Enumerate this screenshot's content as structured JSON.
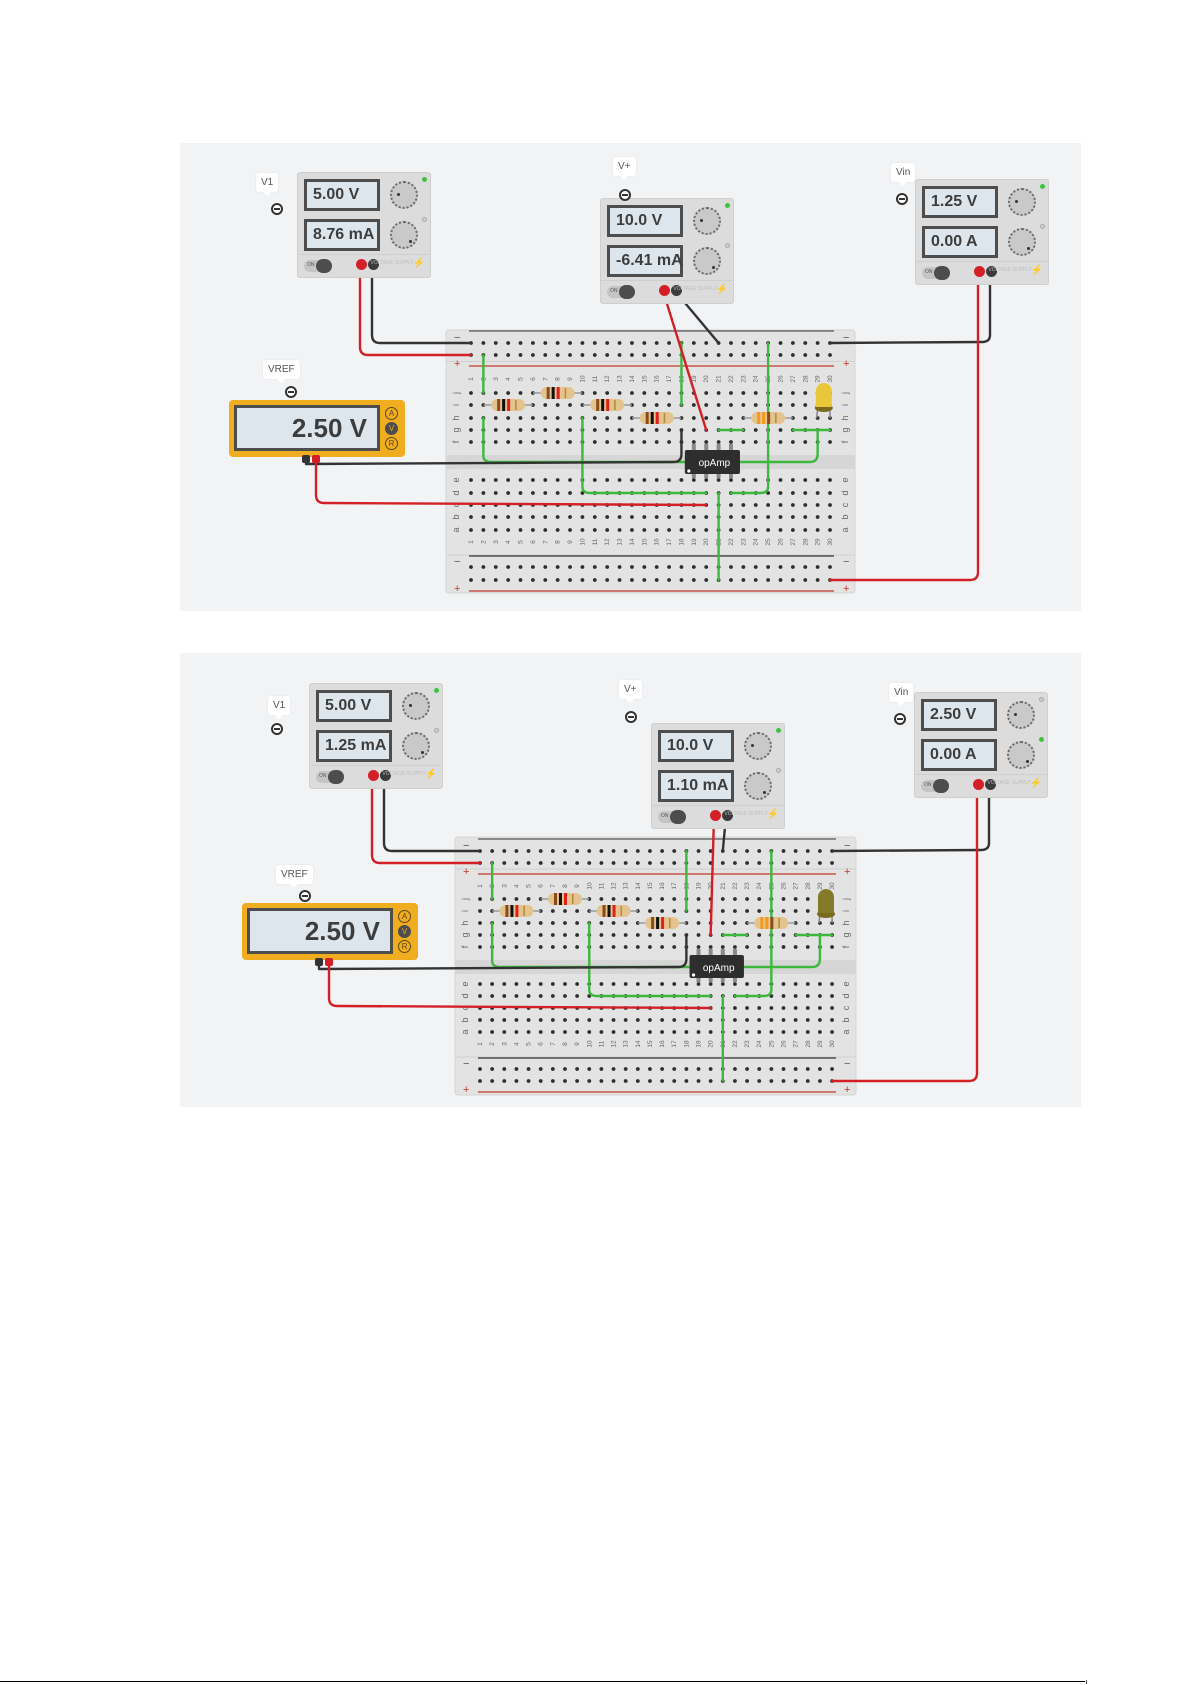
{
  "document": {
    "description": "Two Tinkercad circuit simulation screenshots of an op-amp breadboard circuit"
  },
  "circuits": [
    {
      "id": "circuit-1",
      "supplies": [
        {
          "key": "v1",
          "tag": "V1",
          "voltage": "5.00 V",
          "current": "8.76 mA",
          "cv_on": true,
          "cc_on": false,
          "on_label": "ON",
          "brand": "VOLTAGE SUPPLY"
        },
        {
          "key": "vplus",
          "tag": "V+",
          "voltage": "10.0 V",
          "current": "-6.41 mA",
          "cv_on": true,
          "cc_on": false,
          "on_label": "ON",
          "brand": "VOLTAGE SUPPLY"
        },
        {
          "key": "vin",
          "tag": "Vin",
          "voltage": "1.25 V",
          "current": "0.00 A",
          "cv_on": true,
          "cc_on": false,
          "on_label": "ON",
          "brand": "VOLTAGE SUPPLY"
        }
      ],
      "multimeter": {
        "tag": "VREF",
        "reading": "2.50 V",
        "modes": [
          "A",
          "V",
          "R"
        ],
        "active_mode": "V"
      },
      "breadboard": {
        "columns": 30,
        "row_labels_top": [
          "j",
          "i",
          "h",
          "g",
          "f"
        ],
        "row_labels_bottom": [
          "e",
          "d",
          "c",
          "b",
          "a"
        ],
        "rail_minus": "−",
        "rail_plus": "+",
        "opamp_label": "opAmp",
        "led_state": "lit",
        "led_color": "#e8c83a",
        "resistors": [
          {
            "row": "i",
            "from": 2,
            "to": 6,
            "bands": [
              "#8a4b1c",
              "#111111",
              "#e0201c"
            ]
          },
          {
            "row": "j",
            "from": 6,
            "to": 10,
            "bands": [
              "#8a4b1c",
              "#111111",
              "#e0201c"
            ]
          },
          {
            "row": "i",
            "from": 10,
            "to": 14,
            "bands": [
              "#8a4b1c",
              "#111111",
              "#e0201c"
            ]
          },
          {
            "row": "h",
            "from": 14,
            "to": 18,
            "bands": [
              "#8a4b1c",
              "#111111",
              "#e0201c"
            ]
          },
          {
            "row": "h",
            "from": 23,
            "to": 27,
            "bands": [
              "#f39a1c",
              "#f39a1c",
              "#8a4b1c"
            ]
          }
        ]
      }
    },
    {
      "id": "circuit-2",
      "supplies": [
        {
          "key": "v1",
          "tag": "V1",
          "voltage": "5.00 V",
          "current": "1.25 mA",
          "cv_on": true,
          "cc_on": false,
          "on_label": "ON",
          "brand": "VOLTAGE SUPPLY"
        },
        {
          "key": "vplus",
          "tag": "V+",
          "voltage": "10.0 V",
          "current": "1.10 mA",
          "cv_on": true,
          "cc_on": false,
          "on_label": "ON",
          "brand": "VOLTAGE SUPPLY"
        },
        {
          "key": "vin",
          "tag": "Vin",
          "voltage": "2.50 V",
          "current": "0.00 A",
          "cv_on": false,
          "cc_on": true,
          "on_label": "ON",
          "brand": "VOLTAGE SUPPLY"
        }
      ],
      "multimeter": {
        "tag": "VREF",
        "reading": "2.50 V",
        "modes": [
          "A",
          "V",
          "R"
        ],
        "active_mode": "V"
      },
      "breadboard": {
        "columns": 30,
        "row_labels_top": [
          "j",
          "i",
          "h",
          "g",
          "f"
        ],
        "row_labels_bottom": [
          "e",
          "d",
          "c",
          "b",
          "a"
        ],
        "rail_minus": "−",
        "rail_plus": "+",
        "opamp_label": "opAmp",
        "led_state": "off",
        "led_color": "#857a2a",
        "resistors": [
          {
            "row": "i",
            "from": 2,
            "to": 6,
            "bands": [
              "#8a4b1c",
              "#111111",
              "#e0201c"
            ]
          },
          {
            "row": "j",
            "from": 6,
            "to": 10,
            "bands": [
              "#8a4b1c",
              "#111111",
              "#e0201c"
            ]
          },
          {
            "row": "i",
            "from": 10,
            "to": 14,
            "bands": [
              "#8a4b1c",
              "#111111",
              "#e0201c"
            ]
          },
          {
            "row": "h",
            "from": 14,
            "to": 18,
            "bands": [
              "#8a4b1c",
              "#111111",
              "#e0201c"
            ]
          },
          {
            "row": "h",
            "from": 23,
            "to": 27,
            "bands": [
              "#f39a1c",
              "#f39a1c",
              "#8a4b1c"
            ]
          }
        ]
      }
    }
  ],
  "colors": {
    "wire_green": "#3db83d",
    "wire_red": "#d32027",
    "wire_black": "#333333",
    "panel_bg": "#f2f3f5",
    "breadboard_bg": "#e3e3e3"
  }
}
